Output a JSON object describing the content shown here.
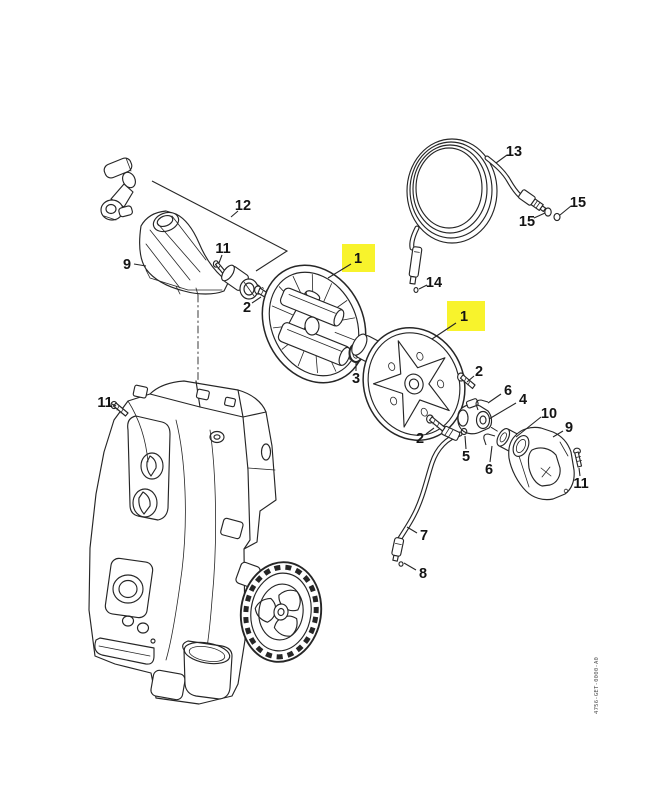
{
  "page": {
    "background_color": "#ffffff"
  },
  "diagram": {
    "kind": "exploded-parts-diagram",
    "highlight_color": "#F8F32C",
    "line_color": "#262626",
    "drawing_number": "4756-GET-0000-A0",
    "callouts": {
      "c1a": {
        "label": "1",
        "highlighted": true
      },
      "c1b": {
        "label": "1",
        "highlighted": true
      },
      "c2a": {
        "label": "2"
      },
      "c2b": {
        "label": "2"
      },
      "c2c": {
        "label": "2"
      },
      "c3": {
        "label": "3"
      },
      "c4": {
        "label": "4"
      },
      "c5": {
        "label": "5"
      },
      "c6a": {
        "label": "6"
      },
      "c6b": {
        "label": "6"
      },
      "c7": {
        "label": "7"
      },
      "c8": {
        "label": "8"
      },
      "c9a": {
        "label": "9"
      },
      "c9b": {
        "label": "9"
      },
      "c10": {
        "label": "10"
      },
      "c11a": {
        "label": "11"
      },
      "c11b": {
        "label": "11"
      },
      "c11c": {
        "label": "11"
      },
      "c12": {
        "label": "12"
      },
      "c13": {
        "label": "13"
      },
      "c14": {
        "label": "14"
      },
      "c15a": {
        "label": "15"
      },
      "c15b": {
        "label": "15"
      }
    }
  }
}
